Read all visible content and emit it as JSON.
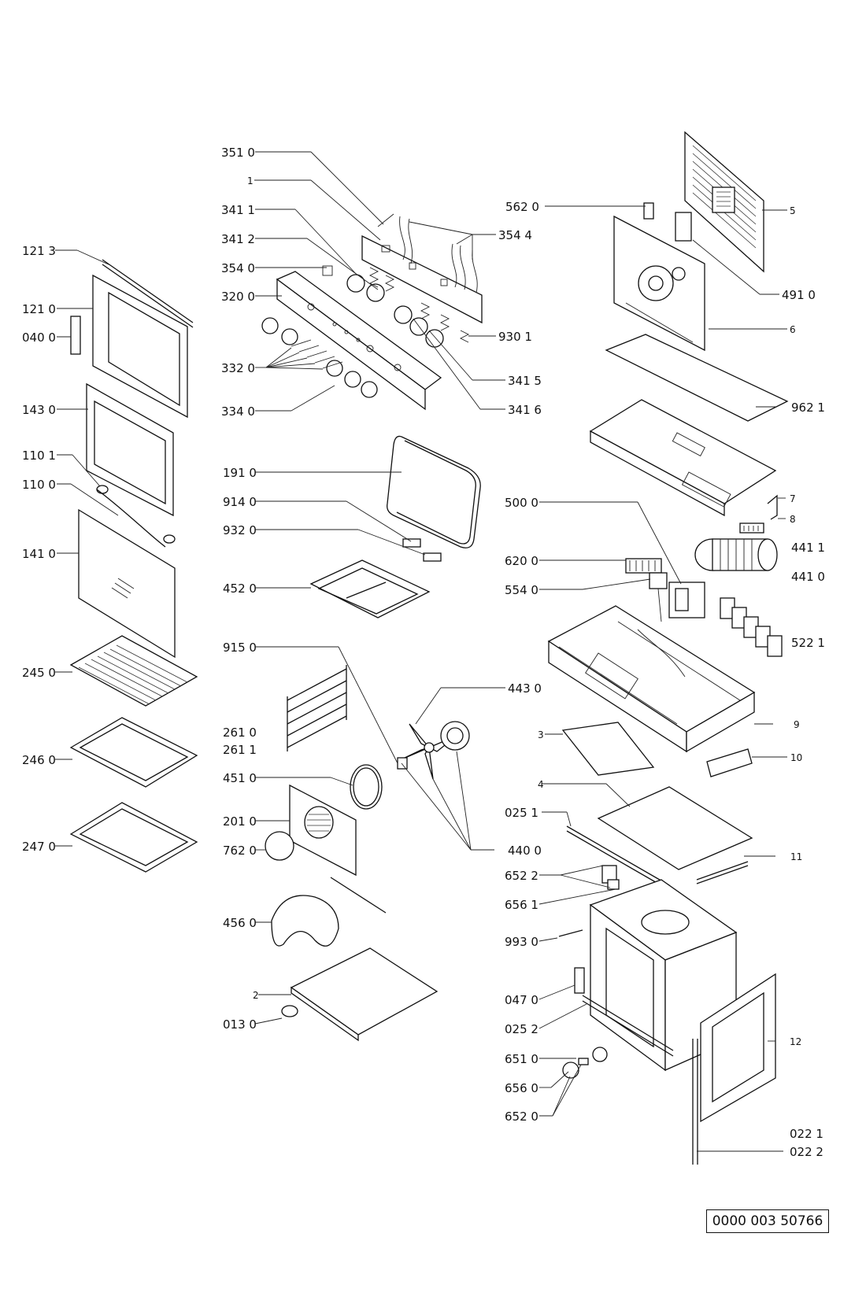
{
  "labels": {
    "l3510": "351 0",
    "l1": "1",
    "l3411": "341 1",
    "l3412": "341 2",
    "l3540": "354 0",
    "l3200": "320 0",
    "l3320": "332 0",
    "l3340": "334 0",
    "l3544": "354 4",
    "l9301": "930 1",
    "l3415": "341 5",
    "l3416": "341 6",
    "l5620": "562 0",
    "l5": "5",
    "l4910": "491 0",
    "l6": "6",
    "l9621": "962 1",
    "l7": "7",
    "l8": "8",
    "l4411": "441 1",
    "l4410": "441 0",
    "l5221": "522 1",
    "l5000": "500 0",
    "l6200": "620 0",
    "l5540": "554 0",
    "l1213": "121 3",
    "l1210": "121 0",
    "l0400": "040 0",
    "l1430": "143 0",
    "l1101": "110 1",
    "l1100": "110 0",
    "l1410": "141 0",
    "l2450": "245 0",
    "l2460": "246 0",
    "l2470": "247 0",
    "l1910": "191 0",
    "l9140": "914 0",
    "l9320": "932 0",
    "l4520": "452 0",
    "l9150": "915 0",
    "l2610": "261 0",
    "l2611": "261 1",
    "l4510": "451 0",
    "l2010": "201 0",
    "l7620": "762 0",
    "l4560": "456 0",
    "l2": "2",
    "l0130": "013 0",
    "l4430": "443 0",
    "l4400": "440 0",
    "l3": "3",
    "l9": "9",
    "l10": "10",
    "l4": "4",
    "l0251": "025 1",
    "l11": "11",
    "l6522": "652 2",
    "l6561": "656 1",
    "l9930": "993 0",
    "l0470": "047 0",
    "l0252": "025 2",
    "l6510": "651 0",
    "l6560": "656 0",
    "l6520": "652 0",
    "l12": "12",
    "l0221": "022 1",
    "l0222": "022 2"
  },
  "reference_code": "0000 003 50766"
}
